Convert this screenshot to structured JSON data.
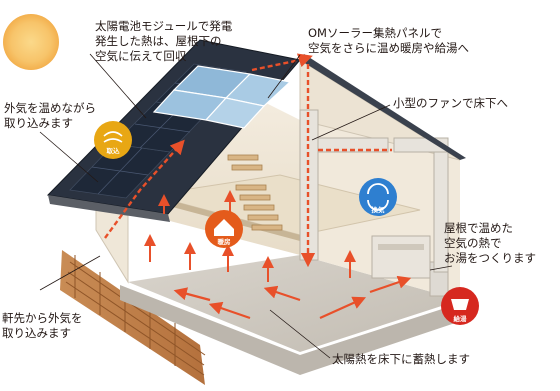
{
  "callouts": {
    "solar_module": "太陽電池モジュールで発電\n発生した熱は、屋根下の\n空気に伝えて回収",
    "om_panel": "OMソーラー集熱パネルで\n空気をさらに温め暖房や給湯へ",
    "small_fan": "小型のファンで床下へ",
    "warm_outside_air": "外気を温めながら\n取り込みます",
    "roof_heat_water": "屋根で温めた\n空気の熱で\nお湯をつくります",
    "eaves_intake": "軒先から外気を\n取り込みます",
    "floor_storage": "太陽熱を床下に蓄熱します"
  },
  "badges": {
    "intake": "取込",
    "heating": "暖房",
    "fan": "換気",
    "hot_water": "給湯"
  },
  "colors": {
    "sun": "#f7c46a",
    "roof_panel": "#1e2838",
    "glass_panel": "#8fb8d8",
    "airflow": "#e8502a",
    "badge_yellow": "#e8a714",
    "badge_orange": "#e45b1b",
    "badge_blue": "#2e7fd0",
    "badge_red": "#d6281f",
    "leader": "#231815"
  }
}
